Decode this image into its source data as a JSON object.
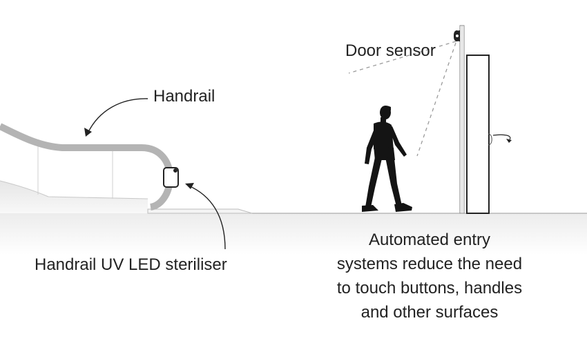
{
  "labels": {
    "handrail": "Handrail",
    "door_sensor": "Door sensor",
    "uv_steriliser": "Handrail UV LED steriliser",
    "caption": [
      "Automated entry",
      "systems reduce the need",
      "to touch buttons, handles",
      "and other surfaces"
    ]
  },
  "colors": {
    "handrail": "#b4b4b4",
    "outline": "#222222",
    "silhouette": "#141414",
    "floor_gradient_top": "#eeeeee",
    "floor_gradient_bottom": "#ffffff",
    "sensor_beam": "#9a9a9a"
  }
}
